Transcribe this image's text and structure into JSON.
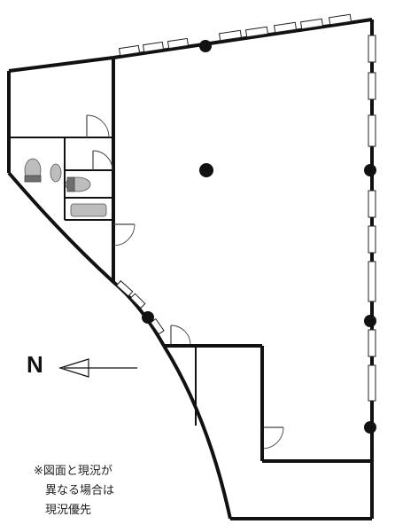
{
  "compass": {
    "north_label": "N"
  },
  "note": {
    "lines": [
      "※図面と現況が",
      "異なる場合は",
      "現況優先"
    ]
  },
  "colors": {
    "wall": "#111111",
    "fixture": "#bdbdbd",
    "background": "#ffffff"
  },
  "icons": [
    "north-arrow-icon",
    "door-icon",
    "toilet-icon",
    "sink-icon",
    "column-icon",
    "window-icon"
  ]
}
